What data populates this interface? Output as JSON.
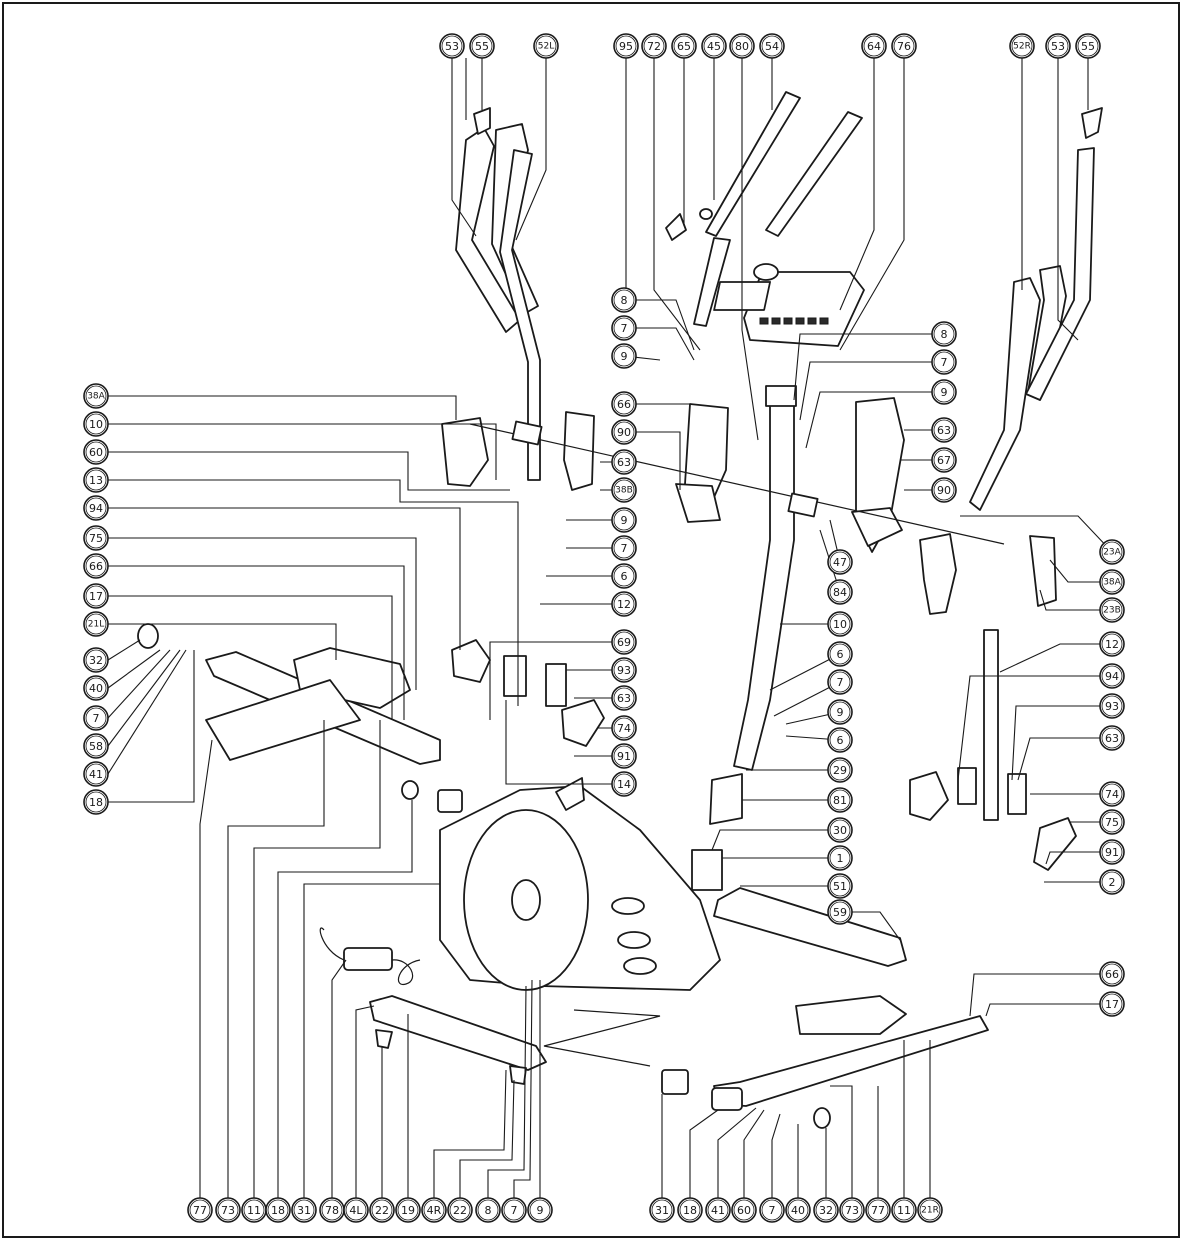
{
  "diagram": {
    "callouts": [
      {
        "id": "top-53-l",
        "label": "53"
      },
      {
        "id": "top-55-l",
        "label": "55"
      },
      {
        "id": "top-52l",
        "label": "52L"
      },
      {
        "id": "top-95",
        "label": "95"
      },
      {
        "id": "top-72",
        "label": "72"
      },
      {
        "id": "top-65",
        "label": "65"
      },
      {
        "id": "top-45",
        "label": "45"
      },
      {
        "id": "top-80",
        "label": "80"
      },
      {
        "id": "top-54",
        "label": "54"
      },
      {
        "id": "top-64",
        "label": "64"
      },
      {
        "id": "top-76",
        "label": "76"
      },
      {
        "id": "top-52r",
        "label": "52R"
      },
      {
        "id": "top-53-r",
        "label": "53"
      },
      {
        "id": "top-55-r",
        "label": "55"
      },
      {
        "id": "left-38a",
        "label": "38A"
      },
      {
        "id": "left-10",
        "label": "10"
      },
      {
        "id": "left-60",
        "label": "60"
      },
      {
        "id": "left-13",
        "label": "13"
      },
      {
        "id": "left-94",
        "label": "94"
      },
      {
        "id": "left-75",
        "label": "75"
      },
      {
        "id": "left-66",
        "label": "66"
      },
      {
        "id": "left-17",
        "label": "17"
      },
      {
        "id": "left-21l",
        "label": "21L"
      },
      {
        "id": "left-32",
        "label": "32"
      },
      {
        "id": "left-40",
        "label": "40"
      },
      {
        "id": "left-7",
        "label": "7"
      },
      {
        "id": "left-58",
        "label": "58"
      },
      {
        "id": "left-41",
        "label": "41"
      },
      {
        "id": "left-18",
        "label": "18"
      },
      {
        "id": "ctr-8",
        "label": "8"
      },
      {
        "id": "ctr-7",
        "label": "7"
      },
      {
        "id": "ctr-9",
        "label": "9"
      },
      {
        "id": "ctr-66",
        "label": "66"
      },
      {
        "id": "ctr-90",
        "label": "90"
      },
      {
        "id": "ctr-63",
        "label": "63"
      },
      {
        "id": "ctr-38b",
        "label": "38B"
      },
      {
        "id": "mid-9",
        "label": "9"
      },
      {
        "id": "mid-7",
        "label": "7"
      },
      {
        "id": "mid-6",
        "label": "6"
      },
      {
        "id": "mid-12",
        "label": "12"
      },
      {
        "id": "mid-69",
        "label": "69"
      },
      {
        "id": "mid-93",
        "label": "93"
      },
      {
        "id": "mid-63",
        "label": "63"
      },
      {
        "id": "mid-74",
        "label": "74"
      },
      {
        "id": "mid-91",
        "label": "91"
      },
      {
        "id": "mid-14",
        "label": "14"
      },
      {
        "id": "r1-8",
        "label": "8"
      },
      {
        "id": "r1-7",
        "label": "7"
      },
      {
        "id": "r1-9",
        "label": "9"
      },
      {
        "id": "r1-63",
        "label": "63"
      },
      {
        "id": "r1-67",
        "label": "67"
      },
      {
        "id": "r1-90",
        "label": "90"
      },
      {
        "id": "r1-47",
        "label": "47"
      },
      {
        "id": "r1-84",
        "label": "84"
      },
      {
        "id": "r1-10",
        "label": "10"
      },
      {
        "id": "r1-6a",
        "label": "6"
      },
      {
        "id": "r1-7b",
        "label": "7"
      },
      {
        "id": "r1-9b",
        "label": "9"
      },
      {
        "id": "r1-6b",
        "label": "6"
      },
      {
        "id": "r1-29",
        "label": "29"
      },
      {
        "id": "r1-81",
        "label": "81"
      },
      {
        "id": "r1-30",
        "label": "30"
      },
      {
        "id": "r1-1",
        "label": "1"
      },
      {
        "id": "r1-51",
        "label": "51"
      },
      {
        "id": "r1-59",
        "label": "59"
      },
      {
        "id": "r2-23a",
        "label": "23A"
      },
      {
        "id": "r2-38a",
        "label": "38A"
      },
      {
        "id": "r2-23b",
        "label": "23B"
      },
      {
        "id": "r2-12",
        "label": "12"
      },
      {
        "id": "r2-94",
        "label": "94"
      },
      {
        "id": "r2-93",
        "label": "93"
      },
      {
        "id": "r2-63",
        "label": "63"
      },
      {
        "id": "r2-74",
        "label": "74"
      },
      {
        "id": "r2-75",
        "label": "75"
      },
      {
        "id": "r2-91",
        "label": "91"
      },
      {
        "id": "r2-2",
        "label": "2"
      },
      {
        "id": "r2-66",
        "label": "66"
      },
      {
        "id": "r2-17",
        "label": "17"
      },
      {
        "id": "bot-77",
        "label": "77"
      },
      {
        "id": "bot-73",
        "label": "73"
      },
      {
        "id": "bot-11a",
        "label": "11"
      },
      {
        "id": "bot-18a",
        "label": "18"
      },
      {
        "id": "bot-31a",
        "label": "31"
      },
      {
        "id": "bot-78",
        "label": "78"
      },
      {
        "id": "bot-4l",
        "label": "4L"
      },
      {
        "id": "bot-22a",
        "label": "22"
      },
      {
        "id": "bot-19",
        "label": "19"
      },
      {
        "id": "bot-4r",
        "label": "4R"
      },
      {
        "id": "bot-22b",
        "label": "22"
      },
      {
        "id": "bot-8",
        "label": "8"
      },
      {
        "id": "bot-7a",
        "label": "7"
      },
      {
        "id": "bot-9",
        "label": "9"
      },
      {
        "id": "bot-31b",
        "label": "31"
      },
      {
        "id": "bot-18b",
        "label": "18"
      },
      {
        "id": "bot-41",
        "label": "41"
      },
      {
        "id": "bot-60",
        "label": "60"
      },
      {
        "id": "bot-7b",
        "label": "7"
      },
      {
        "id": "bot-40",
        "label": "40"
      },
      {
        "id": "bot-32",
        "label": "32"
      },
      {
        "id": "bot-73b",
        "label": "73"
      },
      {
        "id": "bot-77b",
        "label": "77"
      },
      {
        "id": "bot-11b",
        "label": "11"
      },
      {
        "id": "bot-21r",
        "label": "21R"
      }
    ]
  }
}
